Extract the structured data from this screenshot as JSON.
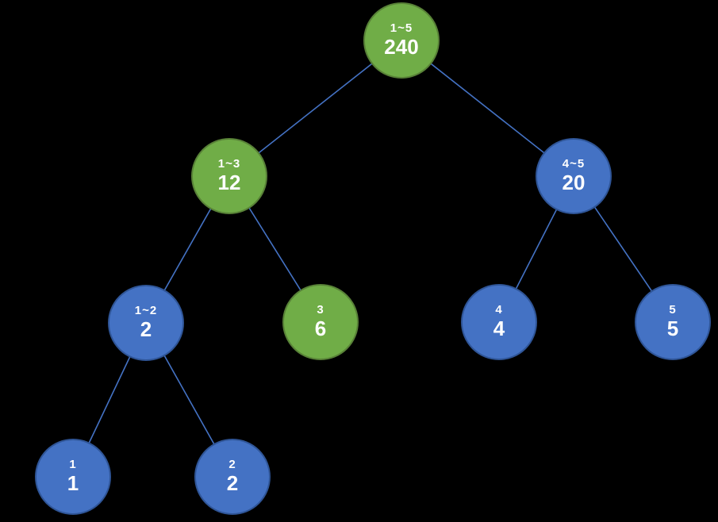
{
  "diagram": {
    "type": "tree",
    "description_colors": {
      "green_fill": "#70AD47",
      "green_border": "#588137",
      "blue_fill": "#4472C4",
      "blue_border": "#2F5597",
      "edge": "#4472C4",
      "text": "#FFFFFF",
      "background": "#000000"
    }
  },
  "nodes": [
    {
      "id": "1-5",
      "range": "1~5",
      "value": "240",
      "color": "green"
    },
    {
      "id": "1-3",
      "range": "1~3",
      "value": "12",
      "color": "green"
    },
    {
      "id": "4-5",
      "range": "4~5",
      "value": "20",
      "color": "blue"
    },
    {
      "id": "1-2",
      "range": "1~2",
      "value": "2",
      "color": "blue"
    },
    {
      "id": "3",
      "range": "3",
      "value": "6",
      "color": "green"
    },
    {
      "id": "4",
      "range": "4",
      "value": "4",
      "color": "blue"
    },
    {
      "id": "5",
      "range": "5",
      "value": "5",
      "color": "blue"
    },
    {
      "id": "1",
      "range": "1",
      "value": "1",
      "color": "blue"
    },
    {
      "id": "2",
      "range": "2",
      "value": "2",
      "color": "blue"
    }
  ],
  "edges": [
    [
      "1-5",
      "1-3"
    ],
    [
      "1-5",
      "4-5"
    ],
    [
      "1-3",
      "1-2"
    ],
    [
      "1-3",
      "3"
    ],
    [
      "4-5",
      "4"
    ],
    [
      "4-5",
      "5"
    ],
    [
      "1-2",
      "1"
    ],
    [
      "1-2",
      "2"
    ]
  ]
}
